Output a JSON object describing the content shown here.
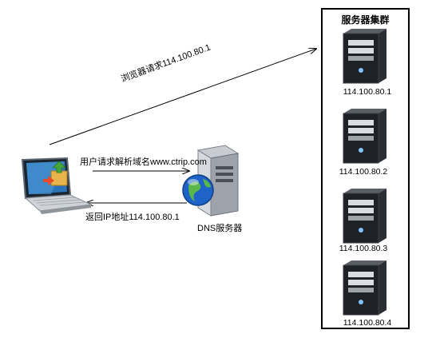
{
  "cluster": {
    "title": "服务器集群",
    "servers": [
      {
        "ip": "114.100.80.1",
        "icon": "tower-server-icon"
      },
      {
        "ip": "114.100.80.2",
        "icon": "tower-server-icon"
      },
      {
        "ip": "114.100.80.3",
        "icon": "tower-server-icon"
      },
      {
        "ip": "114.100.80.4",
        "icon": "tower-server-icon"
      }
    ]
  },
  "client": {
    "icon": "laptop-icon"
  },
  "dns": {
    "label": "DNS服务器",
    "icon": "dns-server-globe-icon"
  },
  "arrows": {
    "browser_request": "浏览器请求114.100.80.1",
    "dns_query": "用户请求解析域名www.ctrip.com",
    "dns_reply": "返回IP地址114.100.80.1"
  }
}
